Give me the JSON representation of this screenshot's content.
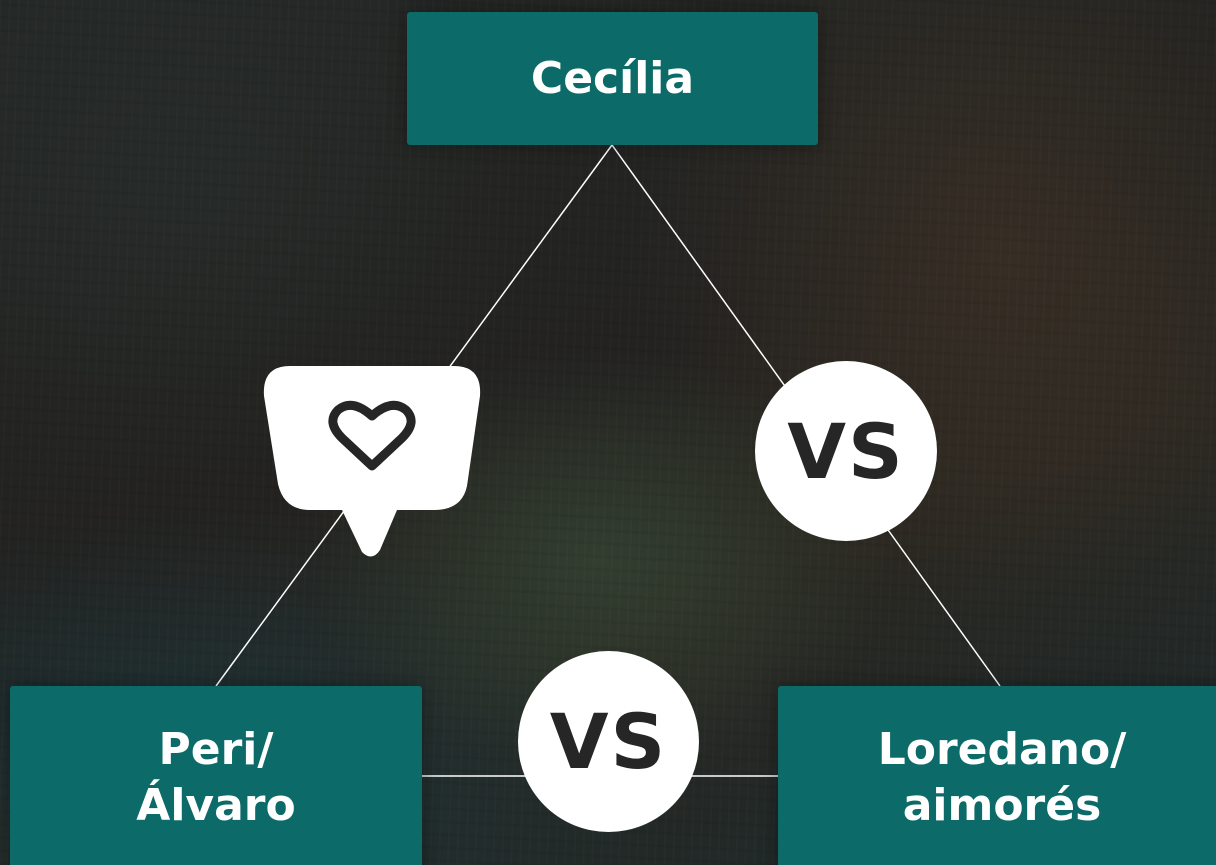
{
  "diagram": {
    "top_node": {
      "label": "Cecília"
    },
    "left_node": {
      "line1": "Peri/",
      "line2": "Álvaro"
    },
    "right_node": {
      "line1": "Loredano/",
      "line2": "aimorés"
    },
    "edges": {
      "top_left": {
        "icon": "heart-speech-bubble-icon"
      },
      "top_right": {
        "label": "VS"
      },
      "left_right": {
        "label": "VS"
      }
    }
  },
  "colors": {
    "node_fill": "#0c6a68",
    "node_text": "#ffffff",
    "connector_line": "#ffffff",
    "badge_fill": "#ffffff",
    "badge_text": "#262626"
  }
}
